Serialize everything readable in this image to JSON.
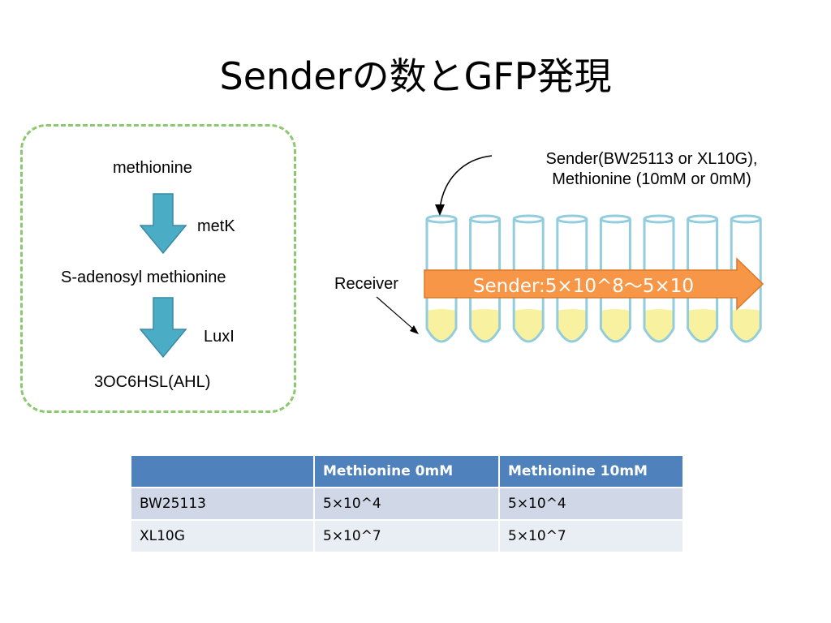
{
  "title": "Senderの数とGFP発現",
  "pathway": {
    "substrate": "methionine",
    "enzyme1": "metK",
    "intermediate": "S-adenosyl methionine",
    "enzyme2": "LuxI",
    "product": "3OC6HSL(AHL)"
  },
  "experiment": {
    "sender_line1": "Sender(BW25113 or XL10G),",
    "sender_line2": "Methionine (10mM or 0mM)",
    "receiver": "Receiver",
    "gradient": "Sender:5×10^8〜5×10",
    "tube_count": 8
  },
  "colors": {
    "dashed_border": "#8cc870",
    "pathway_arrow": "#4bacc6",
    "gradient_arrow": "#f79646",
    "tube_outline": "#93cddd",
    "liquid": "#f8f2a0",
    "table_header": "#4f81bd",
    "table_row1": "#d0d8e8",
    "table_row2": "#e9edf4"
  },
  "table": {
    "headers": [
      "",
      "Methionine 0mM",
      "Methionine 10mM"
    ],
    "rows": [
      [
        "BW25113",
        "5×10^4",
        "5×10^4"
      ],
      [
        "XL10G",
        "5×10^7",
        "5×10^7"
      ]
    ]
  }
}
